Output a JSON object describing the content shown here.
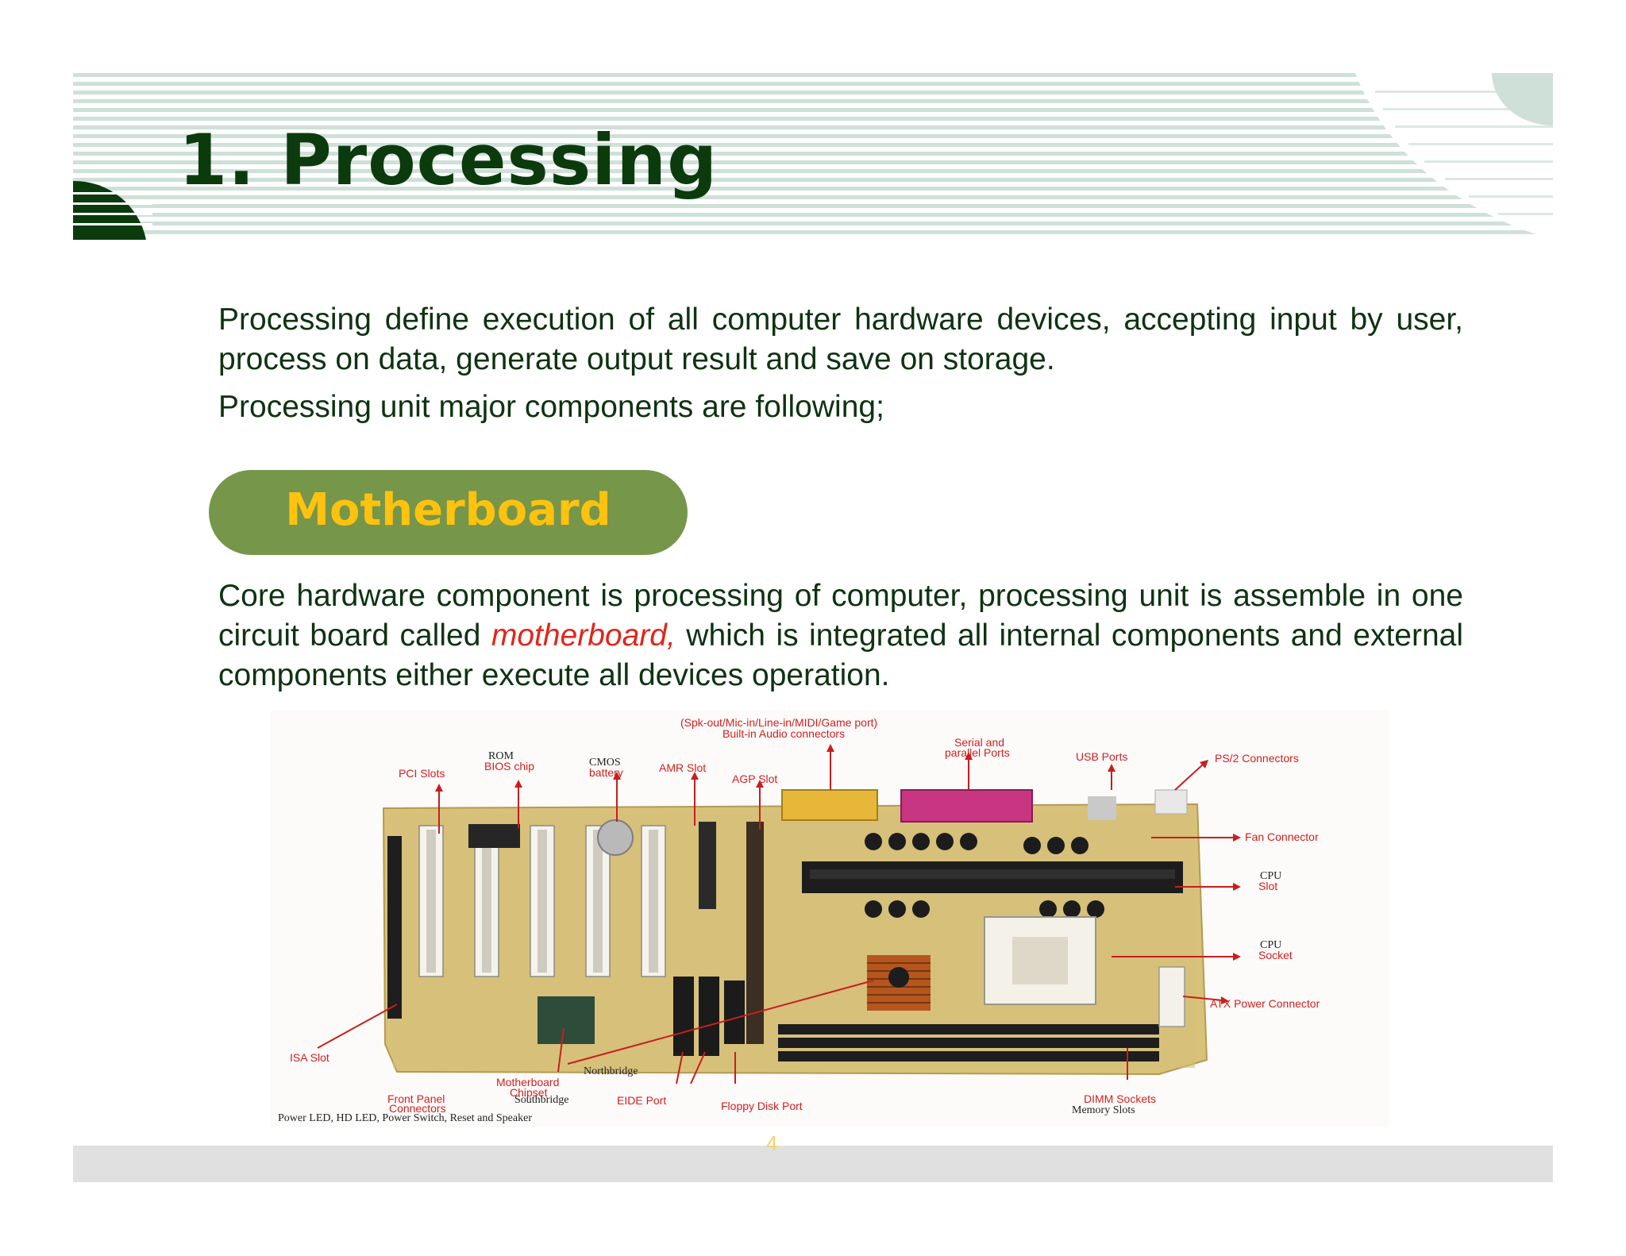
{
  "slide": {
    "title": "1.  Processing",
    "intro": "Processing define execution of all computer hardware devices, accepting input by user, process on data, generate output result and save on storage.",
    "intro_2": "Processing unit major components are following;",
    "section_label": "Motherboard",
    "core_before": "Core hardware component is processing of computer, processing unit is assemble in one circuit board called ",
    "core_highlight": "motherboard,",
    "core_after": " which is integrated all  internal components and external components either execute all devices operation.",
    "page_number": "4"
  },
  "diagram": {
    "labels": {
      "audio_1": "(Spk-out/Mic-in/Line-in/MIDI/Game port)",
      "audio_2": "Built-in Audio connectors",
      "rom": "ROM",
      "bios": "BIOS chip",
      "cmos_1": "CMOS",
      "cmos_2": "battery",
      "pci": "PCI Slots",
      "amr": "AMR Slot",
      "agp": "AGP Slot",
      "serial_1": "Serial and",
      "serial_2": "parallel Ports",
      "usb": "USB Ports",
      "ps2": "PS/2 Connectors",
      "fan": "Fan Connector",
      "cpu_slot_1": "CPU",
      "cpu_slot_2": "Slot",
      "cpu_socket_1": "CPU",
      "cpu_socket_2": "Socket",
      "atx": "ATX Power Connector",
      "isa": "ISA Slot",
      "northbridge": "Northbridge",
      "chipset_1": "Motherboard",
      "chipset_2": "Chipset",
      "southbridge": "Southbridge",
      "front_1": "Front Panel",
      "front_2": "Connectors",
      "eide": "EIDE Port",
      "floppy": "Floppy Disk Port",
      "dimm": "DIMM Sockets",
      "memory": "Memory Slots",
      "power": "Power LED, HD LED, Power Switch, Reset and Speaker"
    }
  },
  "colors": {
    "title": "#0b3b0d",
    "header_stripe": "#cfe0d8",
    "pill": "#76964a",
    "pill_text": "#ffc20e",
    "highlight": "#e0261c",
    "diagram_label": "#d21f1f"
  }
}
